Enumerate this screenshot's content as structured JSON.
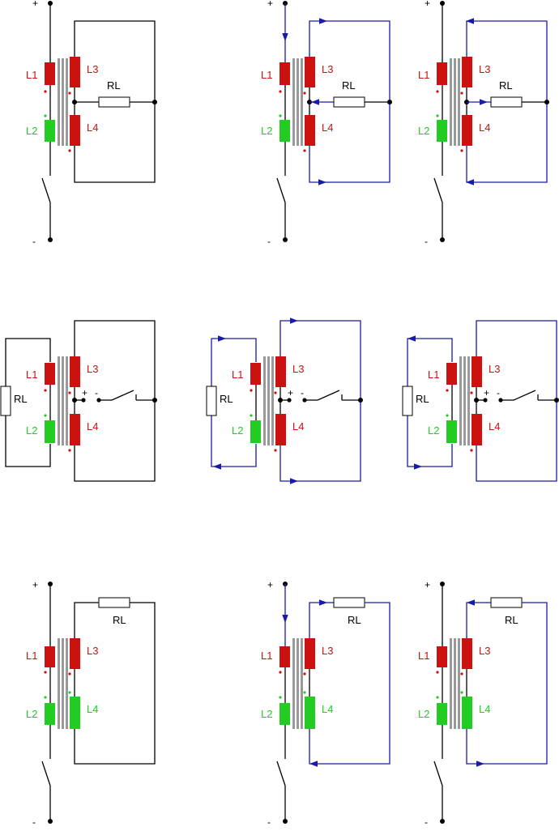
{
  "labels": {
    "plus": "+",
    "minus": "-",
    "l1": "L1",
    "l2": "L2",
    "l3": "L3",
    "l4": "L4",
    "rl": "RL"
  },
  "colors": {
    "wire": "#000000",
    "current": "#1a1aa8",
    "red_coil": "#cc1111",
    "green_coil": "#22cc22",
    "core": "#999999",
    "dot_red": "#cc1111",
    "dot_green": "#22cc22"
  },
  "diagrams": [
    {
      "id": "a1",
      "type": "A",
      "current": "none"
    },
    {
      "id": "a2",
      "type": "A",
      "current": "forward"
    },
    {
      "id": "a3",
      "type": "A",
      "current": "reverse"
    },
    {
      "id": "b1",
      "type": "B",
      "current": "none"
    },
    {
      "id": "b2",
      "type": "B",
      "current": "forward"
    },
    {
      "id": "b3",
      "type": "B",
      "current": "reverse"
    },
    {
      "id": "c1",
      "type": "C",
      "current": "none"
    },
    {
      "id": "c2",
      "type": "C",
      "current": "forward"
    },
    {
      "id": "c3",
      "type": "C",
      "current": "reverse"
    }
  ]
}
